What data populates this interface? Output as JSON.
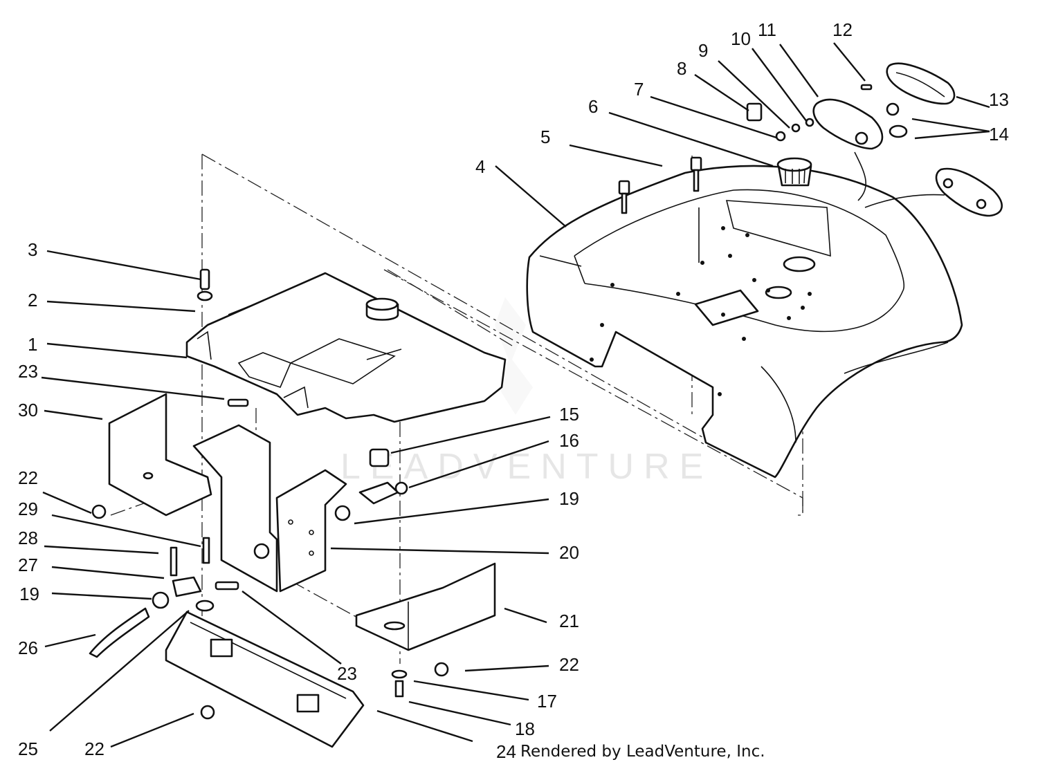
{
  "diagram": {
    "callouts": [
      {
        "id": "c1",
        "text": "1"
      },
      {
        "id": "c2",
        "text": "2"
      },
      {
        "id": "c3",
        "text": "3"
      },
      {
        "id": "c4",
        "text": "4"
      },
      {
        "id": "c5",
        "text": "5"
      },
      {
        "id": "c6",
        "text": "6"
      },
      {
        "id": "c7",
        "text": "7"
      },
      {
        "id": "c8",
        "text": "8"
      },
      {
        "id": "c9",
        "text": "9"
      },
      {
        "id": "c10",
        "text": "10"
      },
      {
        "id": "c11",
        "text": "11"
      },
      {
        "id": "c12",
        "text": "12"
      },
      {
        "id": "c13",
        "text": "13"
      },
      {
        "id": "c14",
        "text": "14"
      },
      {
        "id": "c15",
        "text": "15"
      },
      {
        "id": "c16",
        "text": "16"
      },
      {
        "id": "c17",
        "text": "17"
      },
      {
        "id": "c18",
        "text": "18"
      },
      {
        "id": "c19a",
        "text": "19"
      },
      {
        "id": "c19b",
        "text": "19"
      },
      {
        "id": "c20",
        "text": "20"
      },
      {
        "id": "c21",
        "text": "21"
      },
      {
        "id": "c22a",
        "text": "22"
      },
      {
        "id": "c22b",
        "text": "22"
      },
      {
        "id": "c22c",
        "text": "22"
      },
      {
        "id": "c23a",
        "text": "23"
      },
      {
        "id": "c23b",
        "text": "23"
      },
      {
        "id": "c24",
        "text": "24"
      },
      {
        "id": "c25",
        "text": "25"
      },
      {
        "id": "c26",
        "text": "26"
      },
      {
        "id": "c27",
        "text": "27"
      },
      {
        "id": "c28",
        "text": "28"
      },
      {
        "id": "c29",
        "text": "29"
      },
      {
        "id": "c30",
        "text": "30"
      }
    ],
    "watermark": "LEADVENTURE",
    "credit": "Rendered by LeadVenture, Inc."
  }
}
